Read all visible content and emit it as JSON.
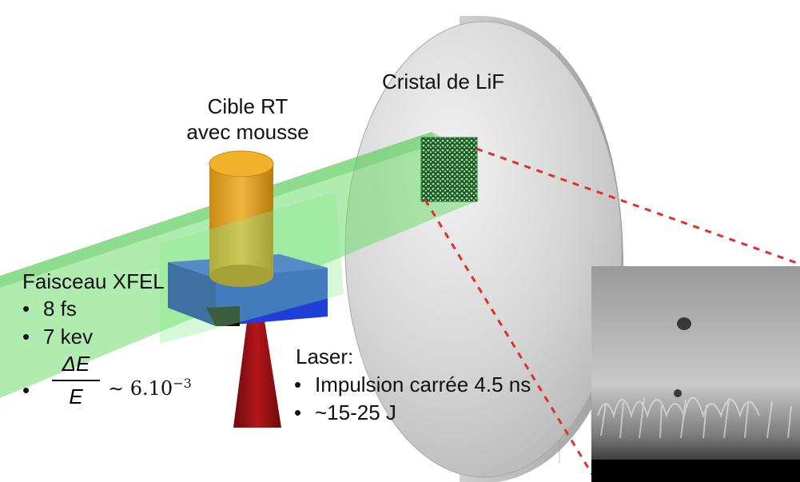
{
  "labels": {
    "crystal": "Cristal de LiF",
    "target": [
      "Cible RT",
      "avec mousse"
    ],
    "xfel_title": "Faisceau XFEL",
    "xfel_items": [
      "8 fs",
      "7 kev"
    ],
    "laser_title": "Laser:",
    "laser_items": [
      "Impulsion carrée 4.5 ns",
      "~15-25 J"
    ]
  },
  "formula": {
    "numerator": "ΔE",
    "denominator": "E",
    "relation": "∼ 6.10",
    "exponent": "−3"
  },
  "colors": {
    "xfel_beam": "#6fdc6f",
    "target_cylinder": "#e2a21f",
    "target_block": "#1f3fd8",
    "laser_beam": "#a11216",
    "crystal": "#d9d9d9",
    "zoom_lines": "#e0302a"
  }
}
